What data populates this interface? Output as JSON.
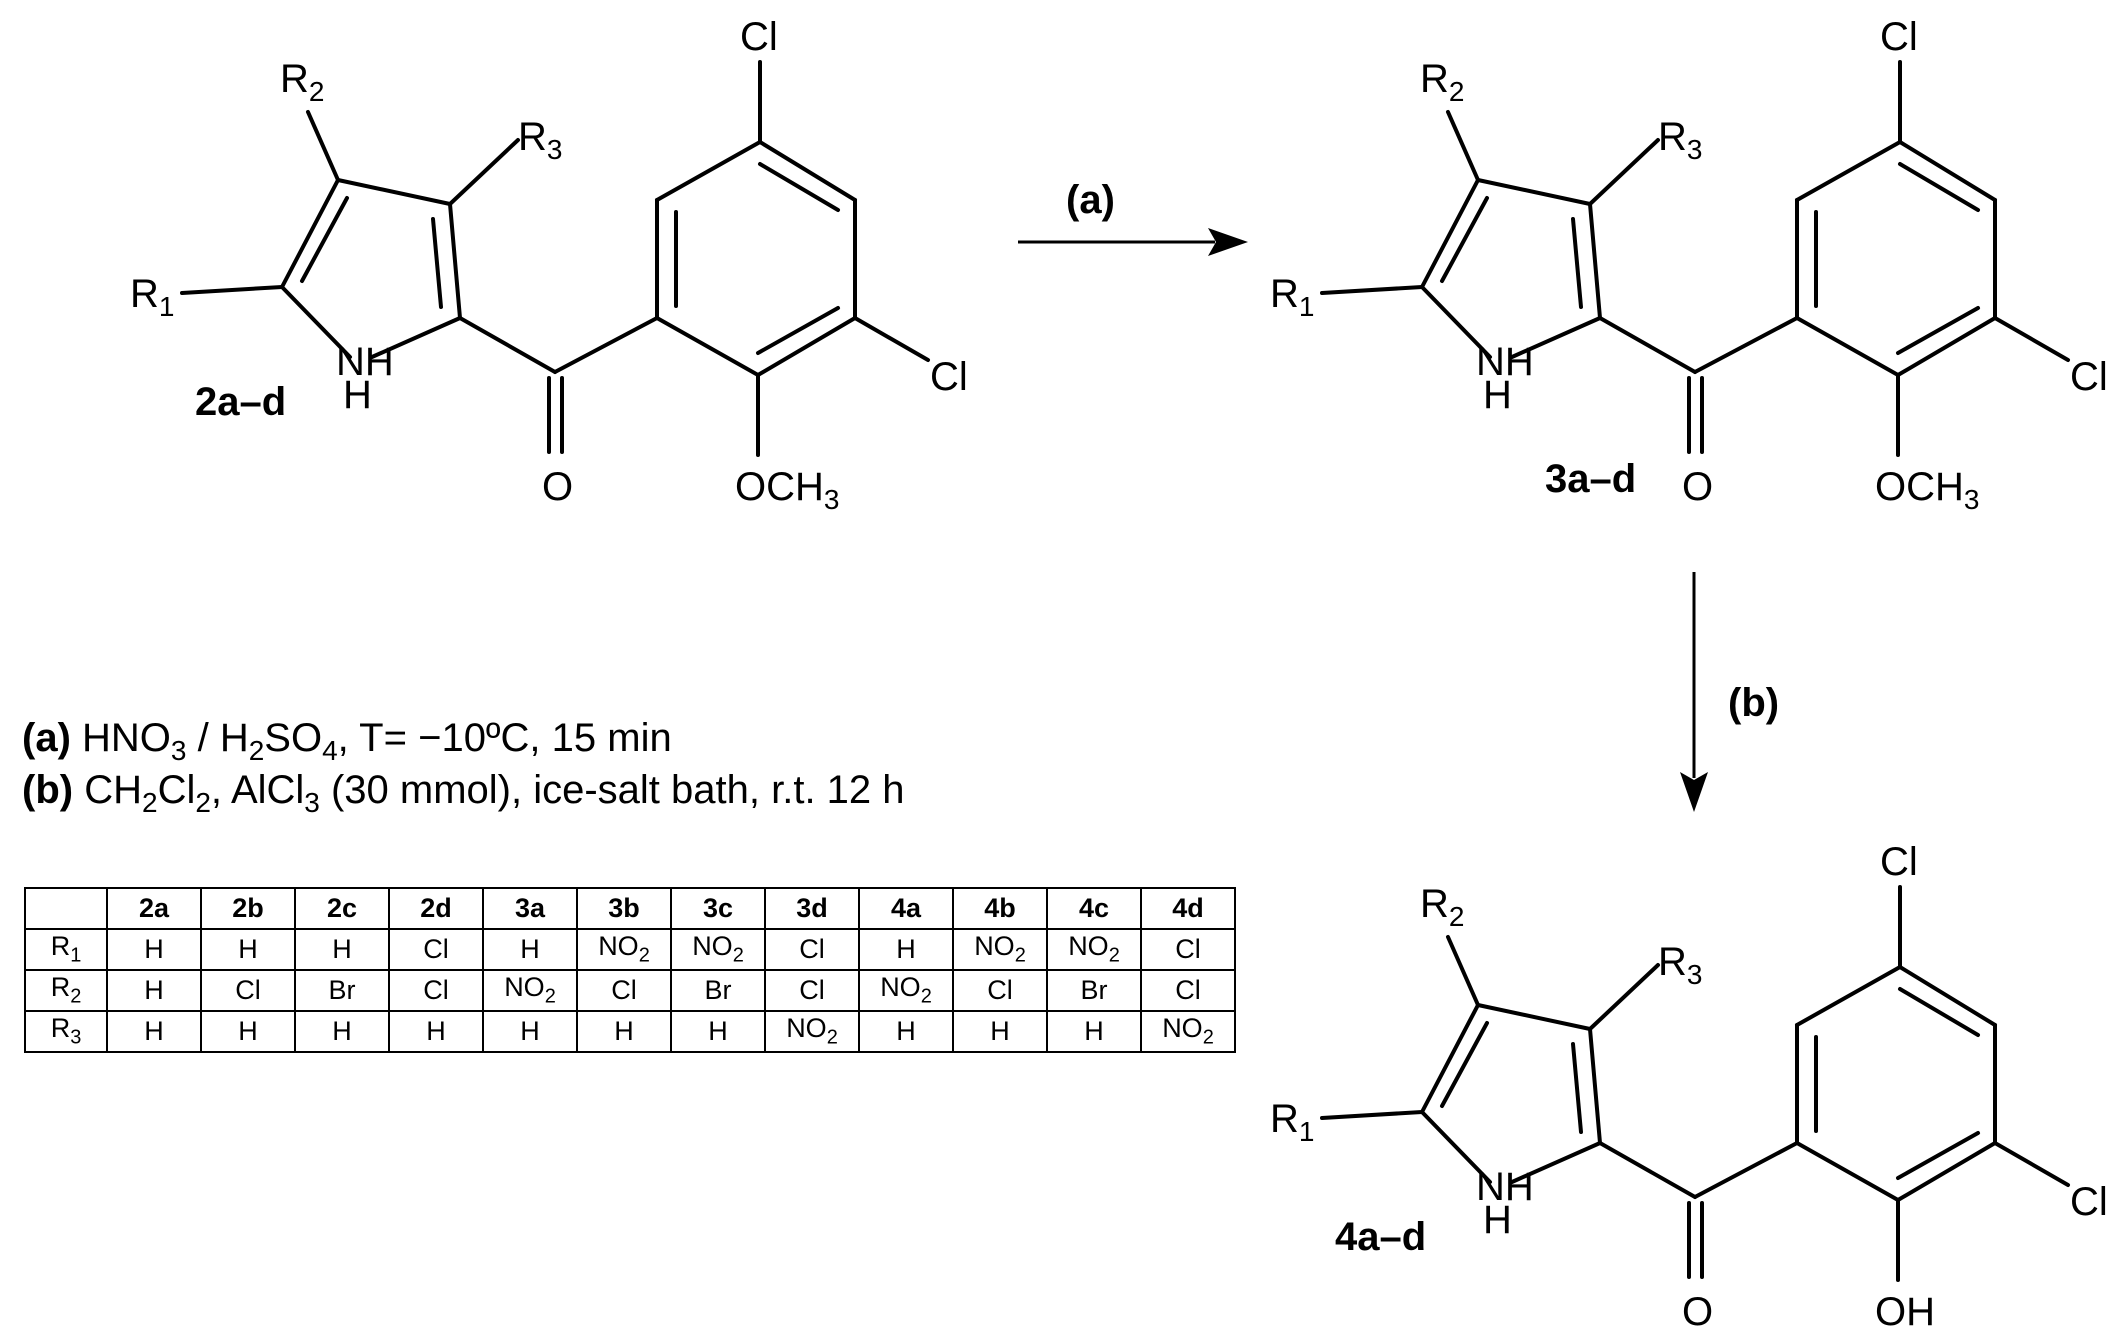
{
  "compounds": {
    "start": {
      "label": "2a–d",
      "r1": "R1",
      "r2": "R2",
      "r3": "R3",
      "nh": "NH",
      "h": "H",
      "o": "O",
      "cl_top": "Cl",
      "cl_side": "Cl",
      "ome": "OCH3"
    },
    "nitrated": {
      "label": "3a–d",
      "r1": "R1",
      "r2": "R2",
      "r3": "R3",
      "nh": "NH",
      "h": "H",
      "o": "O",
      "cl_top": "Cl",
      "cl_side": "Cl",
      "ome": "OCH3"
    },
    "product": {
      "label": "4a–d",
      "r1": "R1",
      "r2": "R2",
      "r3": "R3",
      "nh": "NH",
      "h": "H",
      "o": "O",
      "cl_top": "Cl",
      "cl_side": "Cl",
      "oh": "OH"
    }
  },
  "steps": {
    "a": {
      "label": "(a)",
      "conditions": "HNO3 / H2SO4, T= −10ºC, 15 min"
    },
    "b": {
      "label": "(b)",
      "conditions": "CH2Cl2, AlCl3 (30 mmol), ice-salt bath, r.t. 12 h"
    }
  },
  "table": {
    "columns": [
      "",
      "2a",
      "2b",
      "2c",
      "2d",
      "3a",
      "3b",
      "3c",
      "3d",
      "4a",
      "4b",
      "4c",
      "4d"
    ],
    "rows": [
      {
        "label": "R1",
        "values": [
          "H",
          "H",
          "H",
          "Cl",
          "H",
          "NO2",
          "NO2",
          "Cl",
          "H",
          "NO2",
          "NO2",
          "Cl"
        ]
      },
      {
        "label": "R2",
        "values": [
          "H",
          "Cl",
          "Br",
          "Cl",
          "NO2",
          "Cl",
          "Br",
          "Cl",
          "NO2",
          "Cl",
          "Br",
          "Cl"
        ]
      },
      {
        "label": "R3",
        "values": [
          "H",
          "H",
          "H",
          "H",
          "H",
          "H",
          "H",
          "NO2",
          "H",
          "H",
          "H",
          "NO2"
        ]
      }
    ]
  }
}
